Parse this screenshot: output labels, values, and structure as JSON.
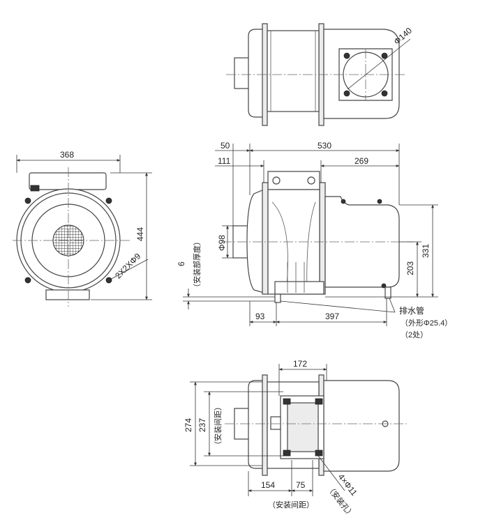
{
  "top_view": {
    "phi140": "Φ140"
  },
  "front_view": {
    "w368": "368",
    "h444": "444",
    "holes": "2X2XΦ9"
  },
  "side_view": {
    "d50": "50",
    "d530": "530",
    "d111": "111",
    "d269": "269",
    "phi98": "Φ98",
    "thickness_val": "6",
    "thickness_label": "（安装部厚度）",
    "d331": "331",
    "d203": "203",
    "d93": "93",
    "d397": "397",
    "drain_title": "排水管",
    "drain_spec": "（外形Φ25.4）",
    "drain_count": "（2处）"
  },
  "bottom_view": {
    "d172": "172",
    "d274": "274",
    "d237": "237",
    "spacing_left": "（安装间距）",
    "d154": "154",
    "d75": "75",
    "spacing_bottom": "（安装间距）",
    "holes": "4×Φ11",
    "holes_label": "（安装孔）"
  }
}
